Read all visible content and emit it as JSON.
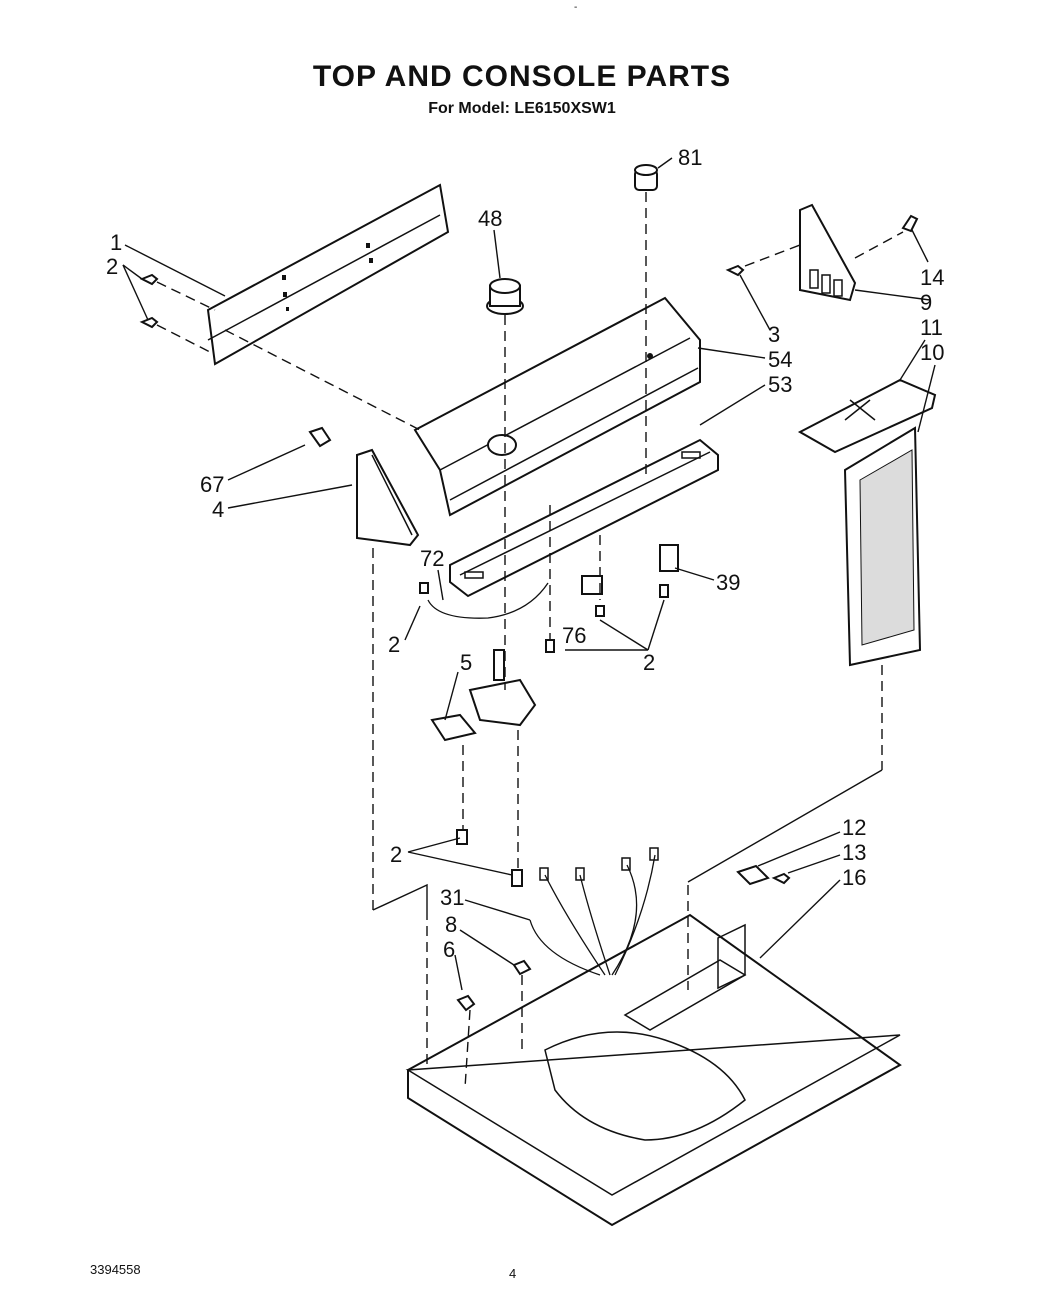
{
  "document": {
    "title": "TOP AND CONSOLE PARTS",
    "subtitle": "For Model: LE6150XSW1",
    "top_mark": "-",
    "doc_number": "3394558",
    "page_number": "4"
  },
  "callouts": {
    "c1": "1",
    "c2a": "2",
    "c81": "81",
    "c48": "48",
    "c14": "14",
    "c9": "9",
    "c3": "3",
    "c54": "54",
    "c53": "53",
    "c11": "11",
    "c10": "10",
    "c67": "67",
    "c4": "4",
    "c72": "72",
    "c39": "39",
    "c2b": "2",
    "c76": "76",
    "c2c": "2",
    "c5": "5",
    "c2d": "2",
    "c12": "12",
    "c13": "13",
    "c16": "16",
    "c31": "31",
    "c8": "8",
    "c6": "6"
  }
}
